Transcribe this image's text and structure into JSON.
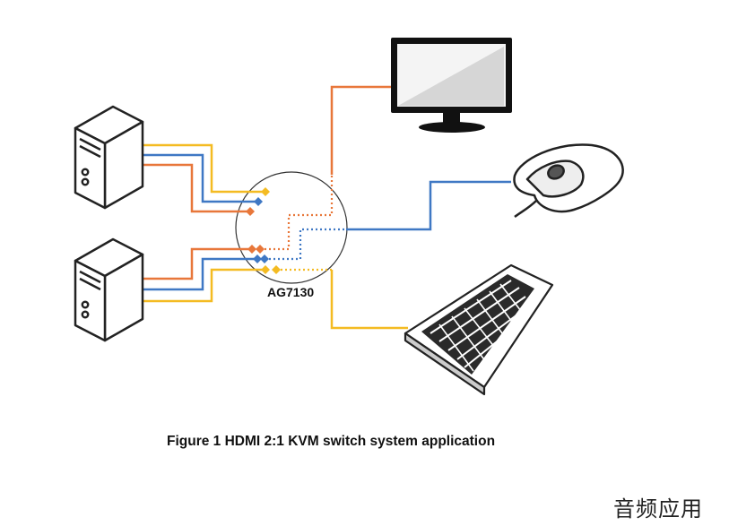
{
  "diagram": {
    "chip_label": "AG7130",
    "caption": "Figure 1 HDMI 2:1 KVM switch system application",
    "watermark": "音频应用"
  },
  "colors": {
    "video": "#e8773a",
    "usb_mouse": "#3f78c4",
    "usb_keyboard": "#f4bb22",
    "outline": "#222222"
  },
  "icons": [
    "computer-tower-icon",
    "computer-tower-icon",
    "monitor-icon",
    "mouse-icon",
    "keyboard-icon"
  ]
}
